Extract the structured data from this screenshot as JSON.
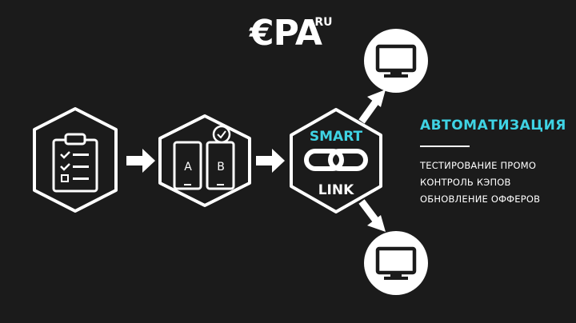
{
  "logo": {
    "main": "€PA",
    "suffix": ".RU"
  },
  "steps": {
    "ab_left": "A",
    "ab_right": "B",
    "smart_top": "SMART",
    "smart_bottom": "LINK"
  },
  "automation": {
    "title": "АВТОМАТИЗАЦИЯ",
    "items": [
      "ТЕСТИРОВАНИЕ ПРОМО",
      "КОНТРОЛЬ КЭПОВ",
      "ОБНОВЛЕНИЕ ОФФЕРОВ"
    ]
  },
  "colors": {
    "background": "#1b1b1b",
    "accent": "#3fd3e4",
    "foreground": "#ffffff"
  }
}
